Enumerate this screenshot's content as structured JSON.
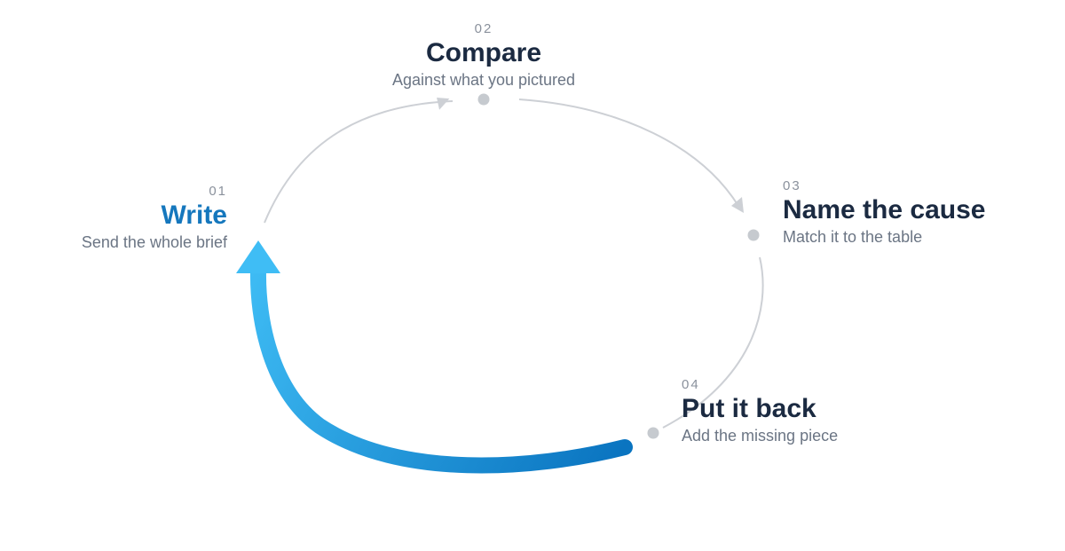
{
  "steps": [
    {
      "number": "01",
      "title": "Write",
      "subtitle": "Send the whole brief"
    },
    {
      "number": "02",
      "title": "Compare",
      "subtitle": "Against what you pictured"
    },
    {
      "number": "03",
      "title": "Name the cause",
      "subtitle": "Match it to the table"
    },
    {
      "number": "04",
      "title": "Put it back",
      "subtitle": "Add the missing piece"
    }
  ],
  "colors": {
    "active": "#1577bd",
    "title": "#1b2a41",
    "subtitle": "#6b7584",
    "number": "#8a919c",
    "track": "#cdd0d5",
    "node": "#c6cacf",
    "arrow_start": "#0a74c0",
    "arrow_end": "#3fbdf5"
  }
}
